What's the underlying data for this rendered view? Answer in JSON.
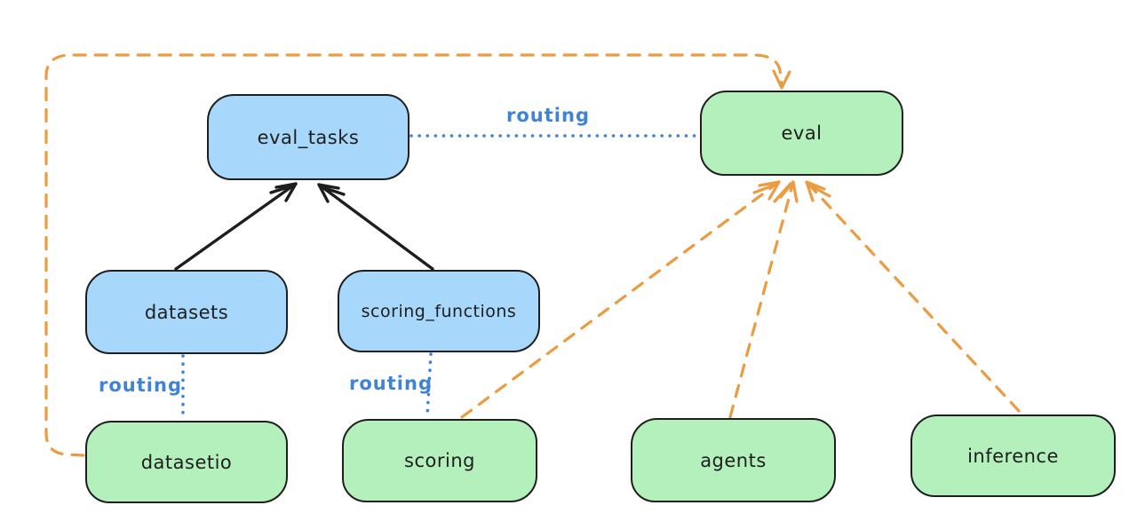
{
  "diagram": {
    "nodes": {
      "eval_tasks": {
        "label": "eval_tasks",
        "kind": "api"
      },
      "eval": {
        "label": "eval",
        "kind": "provider"
      },
      "datasets": {
        "label": "datasets",
        "kind": "api"
      },
      "scoring_functions": {
        "label": "scoring_functions",
        "kind": "api"
      },
      "datasetio": {
        "label": "datasetio",
        "kind": "provider"
      },
      "scoring": {
        "label": "scoring",
        "kind": "provider"
      },
      "agents": {
        "label": "agents",
        "kind": "provider"
      },
      "inference": {
        "label": "inference",
        "kind": "provider"
      }
    },
    "edges": [
      {
        "from": "datasets",
        "to": "eval_tasks",
        "style": "solid-arrow",
        "color": "black",
        "label": ""
      },
      {
        "from": "scoring_functions",
        "to": "eval_tasks",
        "style": "solid-arrow",
        "color": "black",
        "label": ""
      },
      {
        "from": "eval_tasks",
        "to": "eval",
        "style": "dotted",
        "color": "blue",
        "label": "routing"
      },
      {
        "from": "datasets",
        "to": "datasetio",
        "style": "dotted",
        "color": "blue",
        "label": "routing"
      },
      {
        "from": "scoring_functions",
        "to": "scoring",
        "style": "dotted",
        "color": "blue",
        "label": "routing"
      },
      {
        "from": "datasetio",
        "to": "eval",
        "style": "dashed-arrow",
        "color": "orange",
        "label": ""
      },
      {
        "from": "scoring",
        "to": "eval",
        "style": "dashed-arrow",
        "color": "orange",
        "label": ""
      },
      {
        "from": "agents",
        "to": "eval",
        "style": "dashed-arrow",
        "color": "orange",
        "label": ""
      },
      {
        "from": "inference",
        "to": "eval",
        "style": "dashed-arrow",
        "color": "orange",
        "label": ""
      }
    ],
    "colors": {
      "stroke": "#1e1e1e",
      "black_line": "#1e1e1e",
      "blue_fill": "#a7d7fb",
      "green_fill": "#b4f0bc",
      "blue_line": "#3f83d4",
      "orange_line": "#eb9b40"
    }
  }
}
